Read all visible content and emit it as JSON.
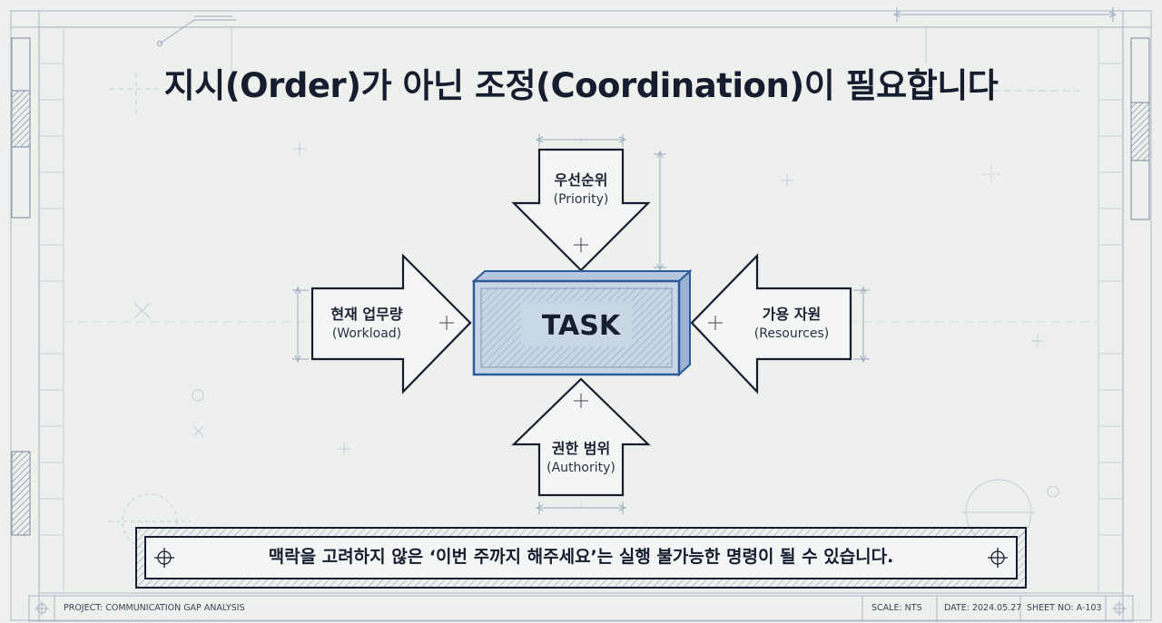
{
  "title": "지시(Order)가 아닌 조정(Coordination)이 필요합니다",
  "center": {
    "label": "TASK"
  },
  "factors": {
    "top": {
      "ko": "우선순위",
      "en": "(Priority)"
    },
    "left": {
      "ko": "현재 업무량",
      "en": "(Workload)"
    },
    "right": {
      "ko": "가용 자원",
      "en": "(Resources)"
    },
    "bottom": {
      "ko": "권한 범위",
      "en": "(Authority)"
    }
  },
  "banner": "맥락을 고려하지 않은 ‘이번 주까지 해주세요’는 실행 불가능한 명령이 될 수 있습니다.",
  "footer": {
    "project": "PROJECT: COMMUNICATION GAP ANALYSIS",
    "scale": "SCALE: NTS",
    "date": "DATE: 2024.05.27",
    "sheet": "SHEET NO: A-103"
  },
  "colors": {
    "ink": "#151d2e",
    "accent": "#2b5a9e",
    "task_fill": "#c9d6e6",
    "guide": "#aab8c8",
    "paper": "#eef0ee"
  }
}
